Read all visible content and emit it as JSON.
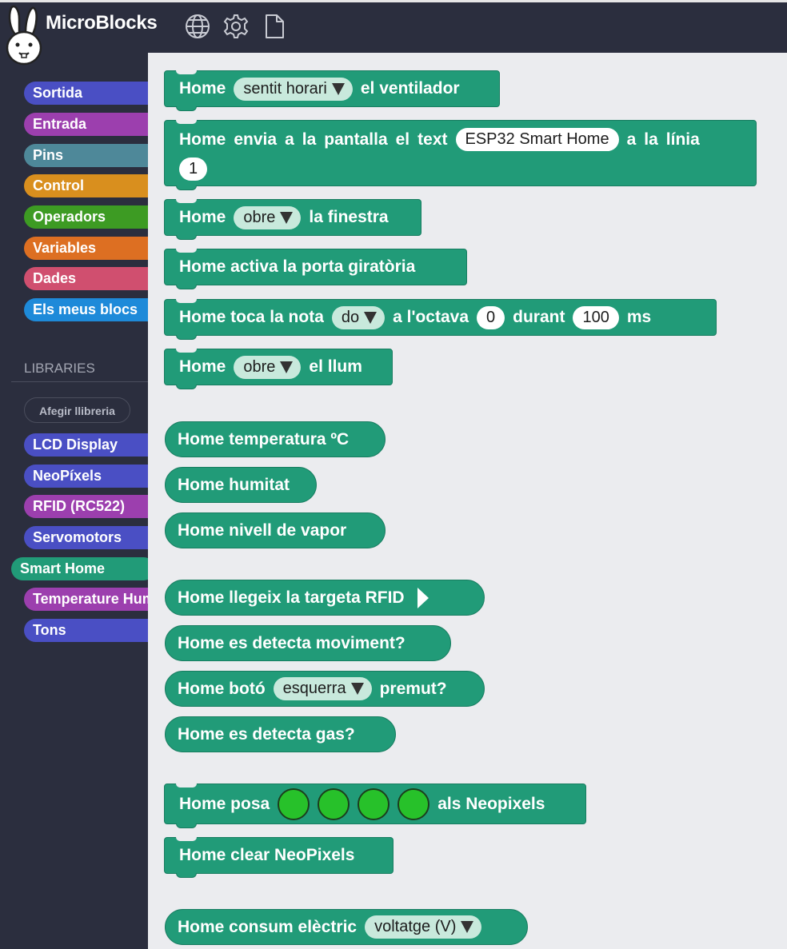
{
  "app": {
    "title": "MicroBlocks"
  },
  "icons": {
    "logo": "rabbit-logo-icon",
    "language": "globe-icon",
    "settings": "gear-icon",
    "file": "file-icon"
  },
  "categories": [
    {
      "label": "Sortida",
      "color": "#4a4fc4"
    },
    {
      "label": "Entrada",
      "color": "#9c3fae"
    },
    {
      "label": "Pins",
      "color": "#4e8899"
    },
    {
      "label": "Control",
      "color": "#d98f1e"
    },
    {
      "label": "Operadors",
      "color": "#3d9b23"
    },
    {
      "label": "Variables",
      "color": "#dd6f22"
    },
    {
      "label": "Dades",
      "color": "#d04f6f"
    },
    {
      "label": "Els meus blocs",
      "color": "#1e8ad9"
    }
  ],
  "libraries": {
    "header": "LIBRARIES",
    "add_button": "Afegir llibreria",
    "items": [
      {
        "label": "LCD Display",
        "color": "#4a4fc4"
      },
      {
        "label": "NeoPíxels",
        "color": "#4a4fc4"
      },
      {
        "label": "RFID (RC522)",
        "color": "#9c3fae"
      },
      {
        "label": "Servomotors",
        "color": "#4a4fc4"
      },
      {
        "label": "Smart Home",
        "color": "#219b78",
        "selected": true
      },
      {
        "label": "Temperature Humidity",
        "color": "#9c3fae"
      },
      {
        "label": "Tons",
        "color": "#4a4fc4"
      }
    ]
  },
  "blocks": {
    "fan": {
      "w1": "Home",
      "dd": "sentit horari",
      "w2": "el ventilador"
    },
    "display": {
      "words": [
        "Home",
        "envia",
        "a",
        "la",
        "pantalla",
        "el",
        "text"
      ],
      "text_value": "ESP32 Smart Home",
      "words2": [
        "a",
        "la",
        "línia"
      ],
      "line_value": "1"
    },
    "window": {
      "w1": "Home",
      "dd": "obre",
      "w2": "la finestra"
    },
    "door": {
      "text": "Home activa la porta giratòria"
    },
    "note": {
      "w1": "Home toca la nota",
      "note_dd": "do",
      "w2": "a l'octava",
      "octave": "0",
      "w3": "durant",
      "duration": "100",
      "w4": "ms"
    },
    "light": {
      "w1": "Home",
      "dd": "obre",
      "w2": "el llum"
    },
    "temperature": {
      "text": "Home temperatura ºC"
    },
    "humidity": {
      "text": "Home humitat"
    },
    "vapor": {
      "text": "Home nivell de vapor"
    },
    "rfid": {
      "text": "Home llegeix la targeta RFID"
    },
    "motion": {
      "text": "Home es detecta moviment?"
    },
    "button": {
      "w1": "Home botó",
      "dd": "esquerra",
      "w2": "premut?"
    },
    "gas": {
      "text": "Home es detecta gas?"
    },
    "neopixels": {
      "w1": "Home posa",
      "w2": "als Neopixels",
      "color": "#27c12a"
    },
    "clear": {
      "text": "Home clear NeoPixels"
    },
    "power": {
      "w1": "Home consum elèctric",
      "dd": "voltatge (V)"
    }
  }
}
